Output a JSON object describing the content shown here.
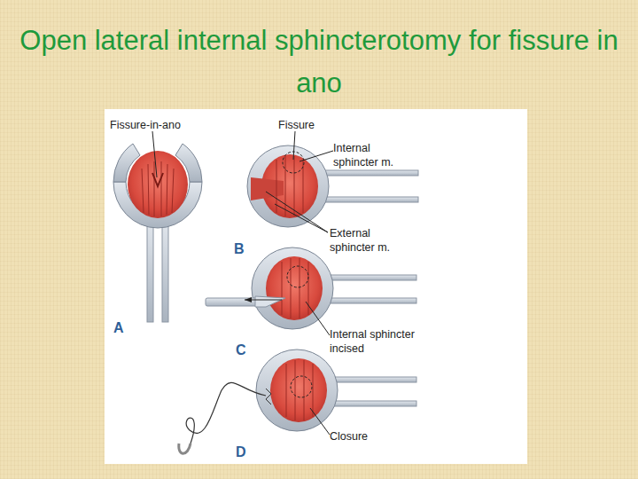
{
  "diagram": {
    "title": "Open lateral internal sphincterotomy for fissure in ano",
    "labels": [
      "Fissure-in-ano",
      "Fissure",
      "Internal sphincter m.",
      "B",
      "External sphincter m.",
      "A",
      "C",
      "Internal sphincter incised",
      "Closure",
      "D"
    ]
  }
}
